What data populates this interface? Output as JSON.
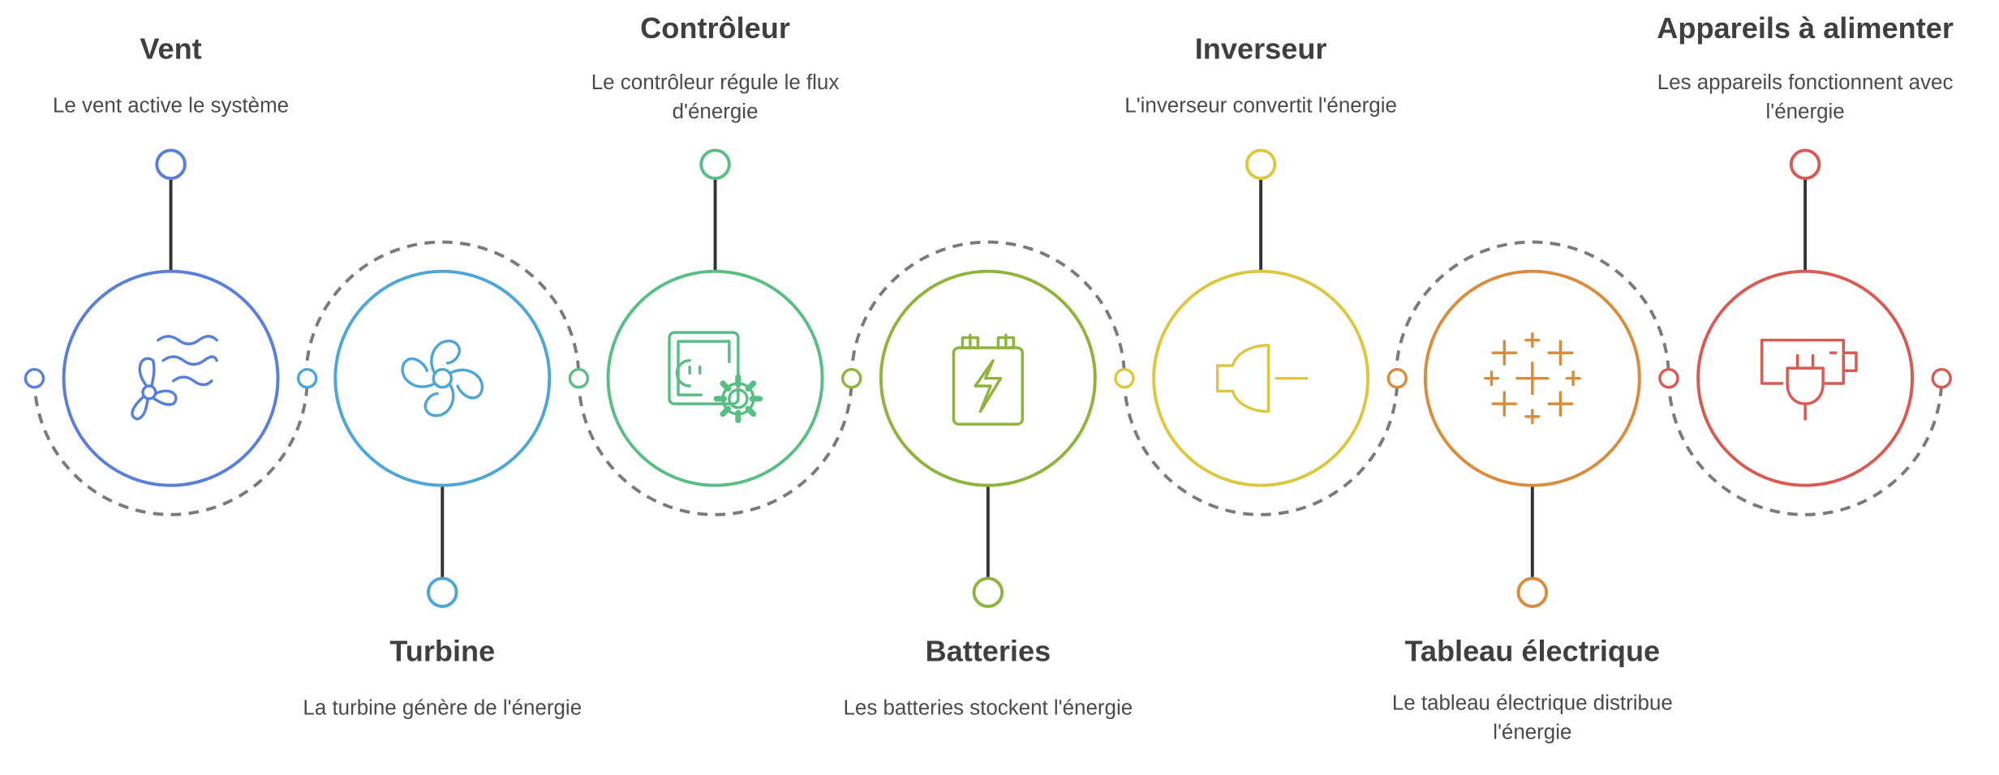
{
  "steps": [
    {
      "title": "Vent",
      "description": "Le vent active le système",
      "color": "#5a7fd9",
      "icon": "wind-turbine-icon",
      "position": "top"
    },
    {
      "title": "Turbine",
      "description": "La turbine génère de l'énergie",
      "color": "#4ea6d6",
      "icon": "fan-icon",
      "position": "bottom"
    },
    {
      "title": "Contrôleur",
      "description": "Le contrôleur régule le flux d'énergie",
      "color": "#58be84",
      "icon": "outlet-gear-icon",
      "position": "top"
    },
    {
      "title": "Batteries",
      "description": "Les batteries stockent l'énergie",
      "color": "#8fb43c",
      "icon": "battery-charging-icon",
      "position": "bottom"
    },
    {
      "title": "Inverseur",
      "description": "L'inverseur convertit l'énergie",
      "color": "#dcc73e",
      "icon": "inverter-icon",
      "position": "top"
    },
    {
      "title": "Tableau électrique",
      "description": "Le tableau électrique distribue l'énergie",
      "color": "#d88c3c",
      "icon": "grid-crosses-icon",
      "position": "bottom"
    },
    {
      "title": "Appareils à alimenter",
      "description": "Les appareils fonctionnent avec l'énergie",
      "color": "#d85a52",
      "icon": "battery-plug-icon",
      "position": "top"
    }
  ],
  "connector_color": "#7a7a7a"
}
